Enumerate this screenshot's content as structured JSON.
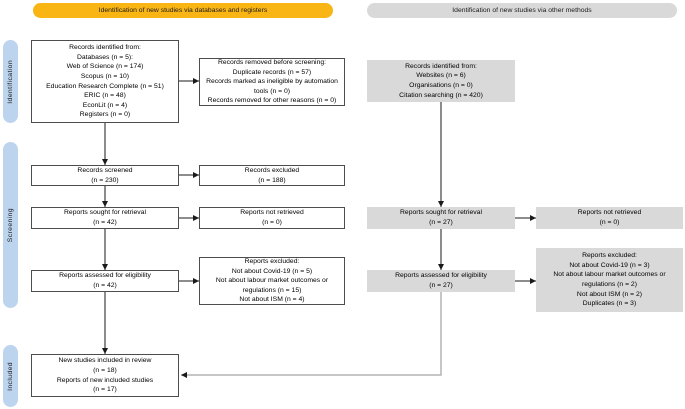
{
  "diagram": {
    "type": "prisma-flow-diagram",
    "banners": {
      "databases": "Identification of new studies via databases and registers",
      "other_methods": "Identification of new studies via other methods"
    },
    "sidebar": {
      "identification": "Identification",
      "screening": "Screening",
      "included": "Included"
    },
    "boxes": {
      "db_identified": "Records identified from:\nDatabases (n = 5):\nWeb of Science (n = 174)\nScopus (n = 10)\nEducation Research Complete (n = 51)\nERIC (n = 48)\nEconLit (n = 4)\nRegisters (n = 0)",
      "removed_before_screening": "Records removed before screening:\nDuplicate records (n = 57)\nRecords marked as ineligible by automation tools (n = 0)\nRecords removed for other reasons (n = 0)",
      "records_screened": "Records screened\n(n = 230)",
      "records_excluded": "Records excluded\n(n = 188)",
      "reports_sought": "Reports sought for retrieval\n(n = 42)",
      "reports_not_retrieved": "Reports not retrieved\n(n = 0)",
      "reports_assessed": "Reports assessed for eligibility\n(n = 42)",
      "reports_excluded": "Reports excluded:\nNot about Covid-19 (n = 5)\nNot about labour market outcomes or regulations (n = 15)\nNot about ISM (n = 4)",
      "new_studies_included": "New studies included in review\n(n = 18)\nReports of new included studies\n(n = 17)",
      "other_identified": "Records identified from:\nWebsites (n = 6)\nOrganisations (n = 0)\nCitation searching (n = 420)",
      "other_reports_sought": "Reports sought for retrieval\n(n = 27)",
      "other_reports_not_retrieved": "Reports not retrieved\n(n = 0)",
      "other_reports_assessed": "Reports assessed for eligibility\n(n = 27)",
      "other_reports_excluded": "Reports excluded:\nNot about Covid-19 (n = 3)\nNot about labour market outcomes or regulations (n = 2)\nNot about ISM (n = 2)\nDuplicates (n = 3)"
    },
    "colors": {
      "banner_yellow": "#F9B514",
      "banner_gray": "#D9D9D9",
      "sidebar_blue": "#BDD4EE",
      "gray_box_fill": "#D9D9D9",
      "white_box_border": "#4d4d4d",
      "arrow_black": "#1a1a1a",
      "elbow_gray": "#b3b3b3"
    }
  }
}
